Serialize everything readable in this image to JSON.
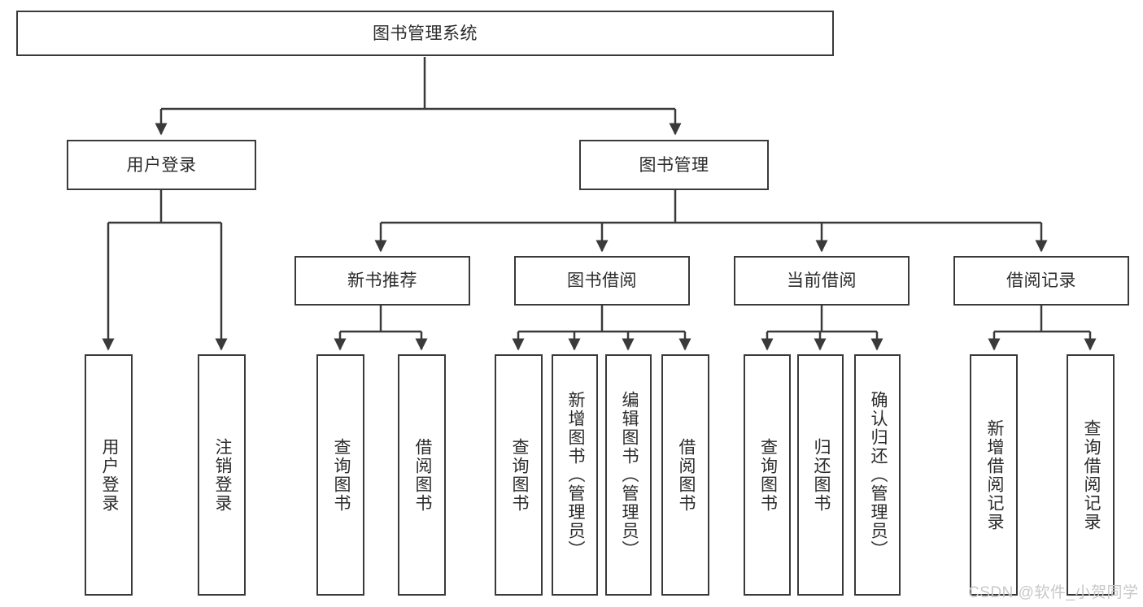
{
  "diagram": {
    "type": "tree-hierarchy-chart",
    "title_node": {
      "id": "root",
      "label": "图书管理系统"
    },
    "levels": [
      {
        "name": "level-1",
        "nodes": [
          {
            "id": "root",
            "label": "图书管理系统",
            "orientation": "horizontal"
          }
        ]
      },
      {
        "name": "level-2",
        "nodes": [
          {
            "id": "user-login",
            "label": "用户登录",
            "orientation": "horizontal"
          },
          {
            "id": "book-manage",
            "label": "图书管理",
            "orientation": "horizontal"
          }
        ]
      },
      {
        "name": "level-3",
        "nodes": [
          {
            "id": "new-book-rec",
            "label": "新书推荐",
            "orientation": "horizontal"
          },
          {
            "id": "book-borrow",
            "label": "图书借阅",
            "orientation": "horizontal"
          },
          {
            "id": "current-borrow",
            "label": "当前借阅",
            "orientation": "horizontal"
          },
          {
            "id": "borrow-record",
            "label": "借阅记录",
            "orientation": "horizontal"
          }
        ]
      },
      {
        "name": "level-4",
        "nodes": [
          {
            "id": "leaf-user-login",
            "label": "用户登录",
            "orientation": "vertical",
            "parent": "user-login"
          },
          {
            "id": "leaf-user-logout",
            "label": "注销登录",
            "orientation": "vertical",
            "parent": "user-login"
          },
          {
            "id": "leaf-query-book-1",
            "label": "查询图书",
            "orientation": "vertical",
            "parent": "new-book-rec"
          },
          {
            "id": "leaf-borrow-book-1",
            "label": "借阅图书",
            "orientation": "vertical",
            "parent": "new-book-rec"
          },
          {
            "id": "leaf-query-book-2",
            "label": "查询图书",
            "orientation": "vertical",
            "parent": "book-borrow"
          },
          {
            "id": "leaf-add-book",
            "label": "新增图书（管理员）",
            "orientation": "vertical",
            "parent": "book-borrow"
          },
          {
            "id": "leaf-edit-book",
            "label": "编辑图书（管理员）",
            "orientation": "vertical",
            "parent": "book-borrow"
          },
          {
            "id": "leaf-borrow-book-2",
            "label": "借阅图书",
            "orientation": "vertical",
            "parent": "book-borrow"
          },
          {
            "id": "leaf-query-book-3",
            "label": "查询图书",
            "orientation": "vertical",
            "parent": "current-borrow"
          },
          {
            "id": "leaf-return-book",
            "label": "归还图书",
            "orientation": "vertical",
            "parent": "current-borrow"
          },
          {
            "id": "leaf-confirm-return",
            "label": "确认归还（管理员）",
            "orientation": "vertical",
            "parent": "current-borrow"
          },
          {
            "id": "leaf-add-record",
            "label": "新增借阅记录",
            "orientation": "vertical",
            "parent": "borrow-record"
          },
          {
            "id": "leaf-query-record",
            "label": "查询借阅记录",
            "orientation": "vertical",
            "parent": "borrow-record"
          }
        ]
      }
    ],
    "colors": {
      "box_border": "#3a3a3a",
      "box_fill": "#ffffff",
      "text": "#2b2b2b",
      "edge": "#3a3a3a",
      "watermark": "#c8c8c8",
      "background": "#ffffff"
    }
  },
  "watermark": {
    "text": "CSDN @软件_小贺同学"
  }
}
